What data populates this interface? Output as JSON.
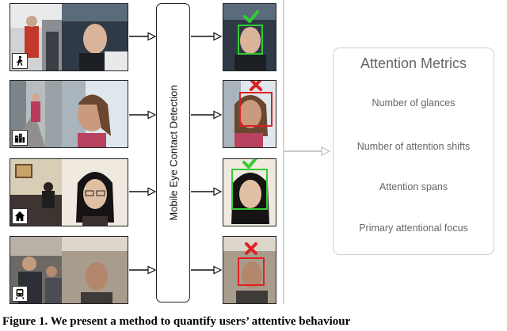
{
  "rows": [
    {
      "scene": "walking",
      "icon": "pedestrian-icon",
      "result": "check"
    },
    {
      "scene": "street",
      "icon": "buildings-icon",
      "result": "cross"
    },
    {
      "scene": "home",
      "icon": "home-icon",
      "result": "check"
    },
    {
      "scene": "transit",
      "icon": "train-icon",
      "result": "cross"
    }
  ],
  "detector": {
    "label": "Mobile Eye Contact Detection"
  },
  "metrics": {
    "title": "Attention Metrics",
    "items": [
      "Number of glances",
      "Number of attention shifts",
      "Attention spans",
      "Primary attentional focus"
    ]
  },
  "caption": "Figure 1.  We present a method to quantify users’ attentive behaviour",
  "colors": {
    "check": "#33cc33",
    "cross": "#dd2222",
    "frame": "#222222",
    "metrics_border": "#cfcfcf"
  }
}
